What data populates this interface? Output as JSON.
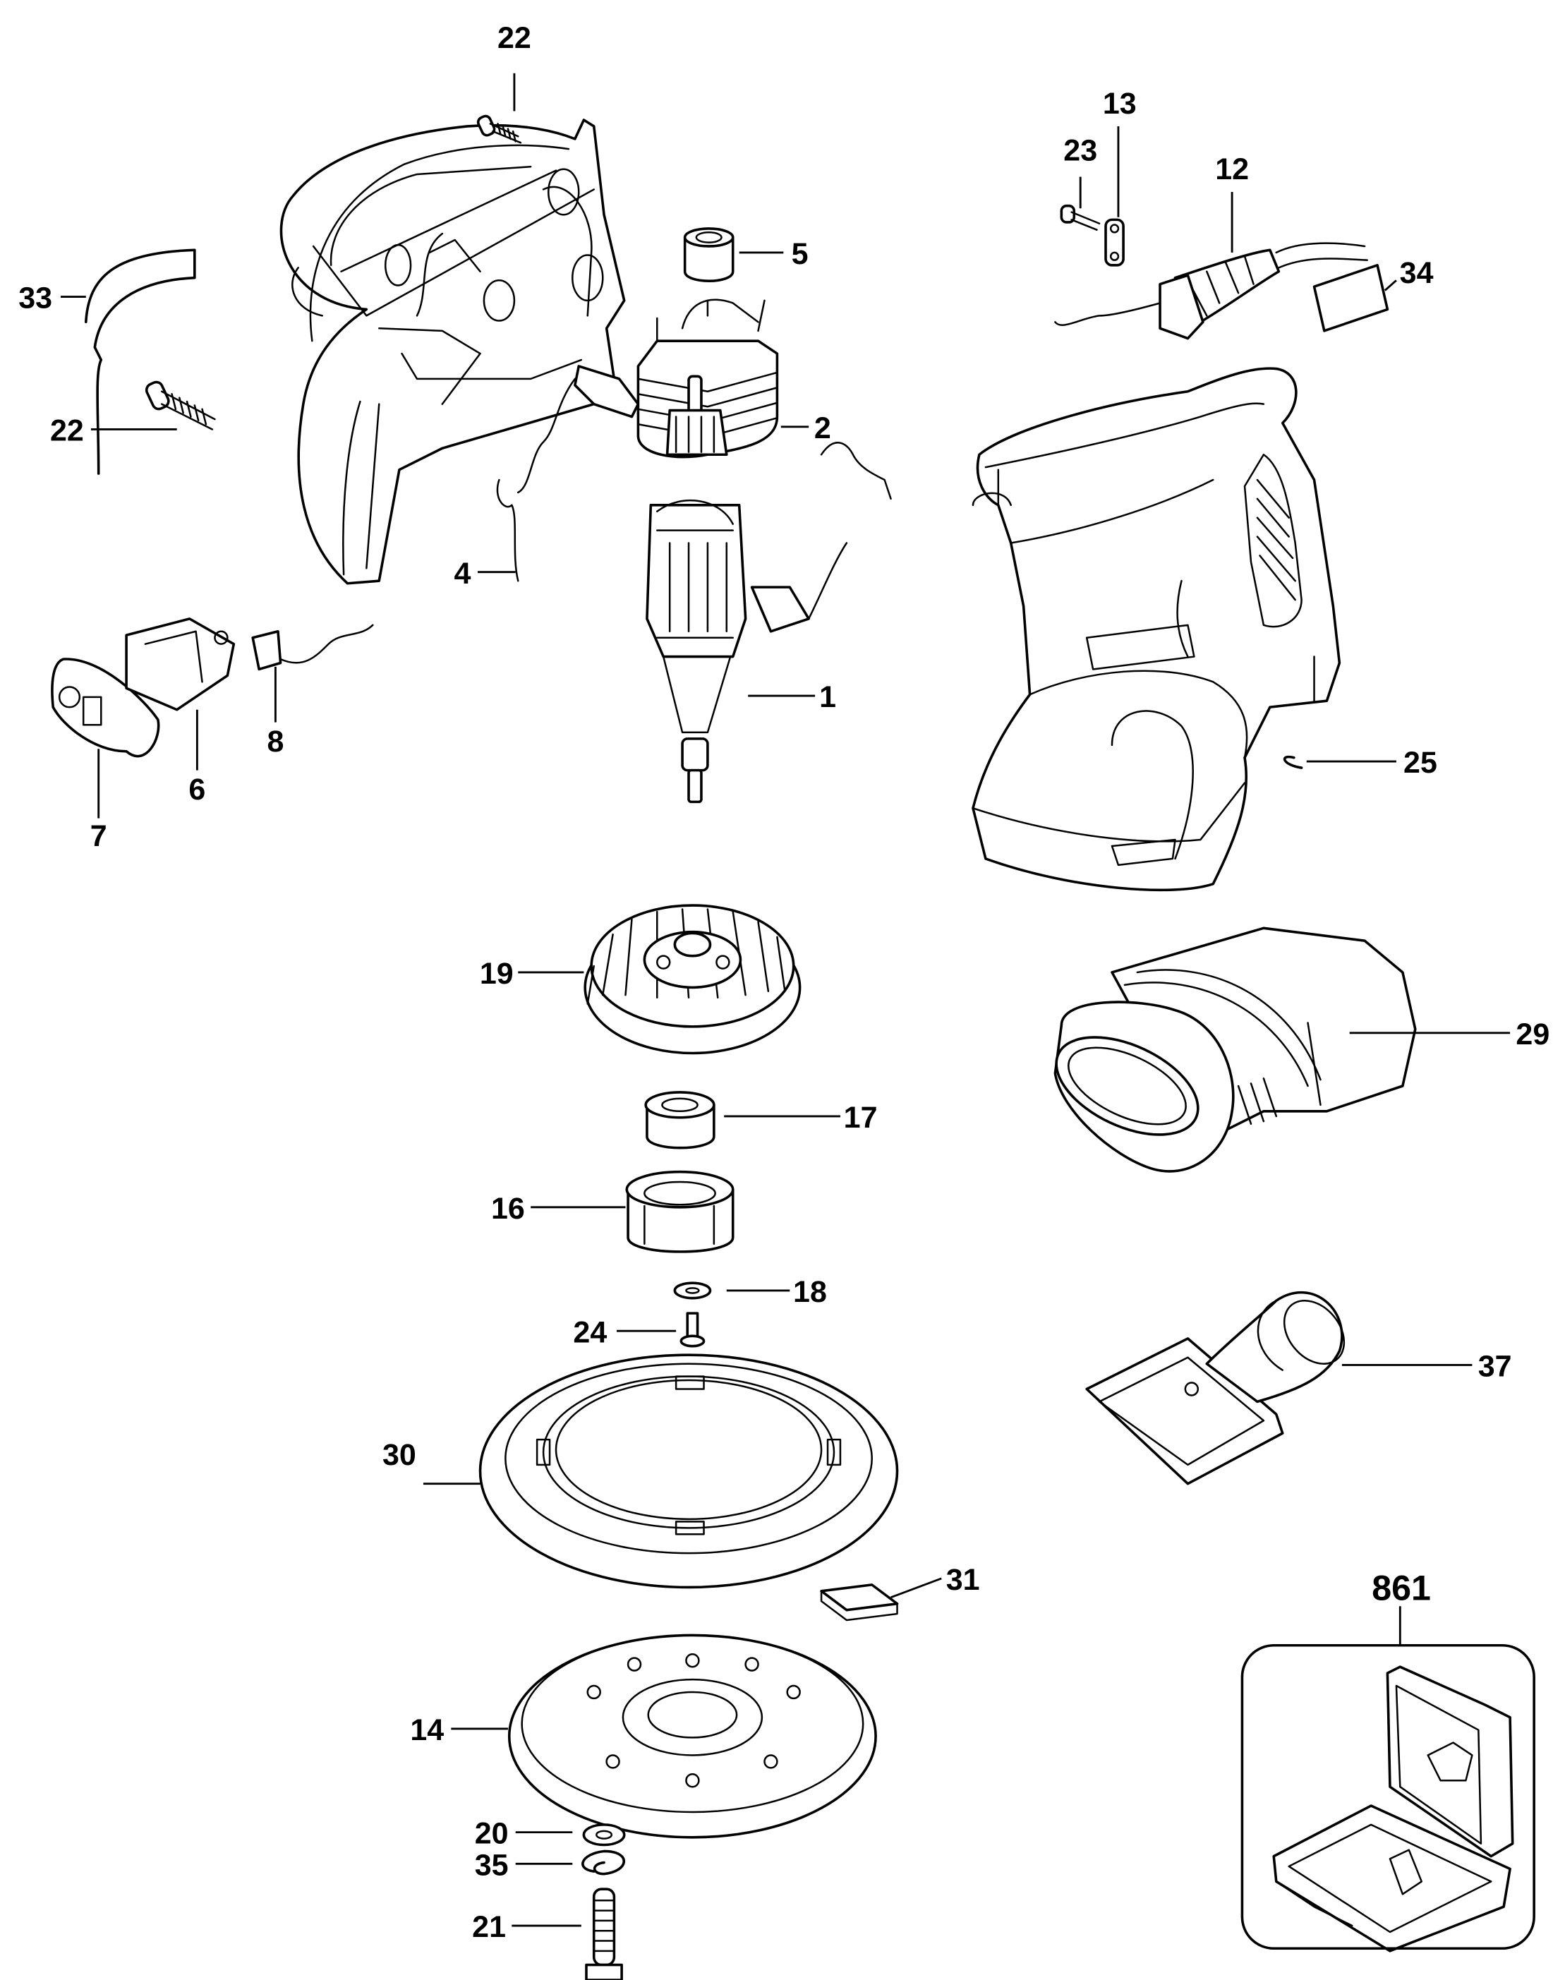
{
  "diagram": {
    "type": "exploded-parts-diagram",
    "subject": "random orbit sander",
    "background": "#ffffff",
    "line_color": "#000000",
    "parts": {
      "p1": {
        "number": "1",
        "name": "armature"
      },
      "p2": {
        "number": "2",
        "name": "field-stator"
      },
      "p4": {
        "number": "4",
        "name": "brush-holder-assembly"
      },
      "p5": {
        "number": "5",
        "name": "bearing"
      },
      "p6": {
        "number": "6",
        "name": "switch"
      },
      "p7": {
        "number": "7",
        "name": "switch-button"
      },
      "p8": {
        "number": "8",
        "name": "terminal-lead"
      },
      "p12": {
        "number": "12",
        "name": "power-cord"
      },
      "p13": {
        "number": "13",
        "name": "cord-clamp"
      },
      "p14": {
        "number": "14",
        "name": "sanding-pad"
      },
      "p16": {
        "number": "16",
        "name": "bearing-housing"
      },
      "p17": {
        "number": "17",
        "name": "bearing"
      },
      "p18": {
        "number": "18",
        "name": "washer"
      },
      "p19": {
        "number": "19",
        "name": "fan"
      },
      "p20": {
        "number": "20",
        "name": "washer"
      },
      "p21": {
        "number": "21",
        "name": "pad-screw"
      },
      "p22a": {
        "number": "22",
        "name": "housing-screw"
      },
      "p22b": {
        "number": "22",
        "name": "housing-screw"
      },
      "p23": {
        "number": "23",
        "name": "clamp-screw"
      },
      "p24": {
        "number": "24",
        "name": "screw"
      },
      "p25": {
        "number": "25",
        "name": "retaining-ring"
      },
      "p29": {
        "number": "29",
        "name": "dust-bag"
      },
      "p30": {
        "number": "30",
        "name": "brake-ring-shroud"
      },
      "p31": {
        "number": "31",
        "name": "label-block"
      },
      "p33": {
        "number": "33",
        "name": "nameplate-label"
      },
      "p34": {
        "number": "34",
        "name": "cord-label"
      },
      "p35": {
        "number": "35",
        "name": "lock-washer"
      },
      "p37": {
        "number": "37",
        "name": "dust-adapter"
      },
      "p861": {
        "number": "861",
        "name": "carrying-case"
      }
    }
  }
}
